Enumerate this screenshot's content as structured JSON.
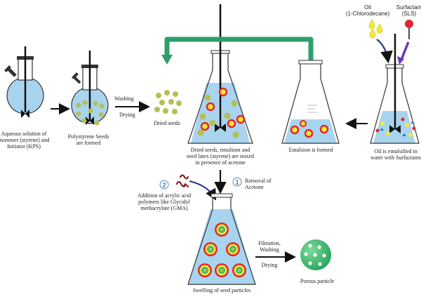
{
  "labels": {
    "step1_caption": [
      "Aqueous solution of",
      "mononer (styrene) and",
      "Initiator (KPS)"
    ],
    "step2_caption": [
      "Polystyrene Seeds",
      "are formed"
    ],
    "washing": "Washing",
    "drying_1": "Drying",
    "dried_seeds": "Dried seeds",
    "mix_caption": [
      "Dried seeds, emulsion and",
      "seed latex (styrene) are mixed",
      "in presence of acetone"
    ],
    "emulsion_formed": "Emulsion is formed",
    "oil_caption": [
      "Oil is emulsified in",
      "water with Surfactants"
    ],
    "oil_label": [
      "Oil",
      "(1-Chlorodecane)"
    ],
    "surfactant_label": [
      "Surfactant",
      "(SLS)"
    ],
    "step_1_number": "1",
    "step_1_text": [
      "Removal of",
      "Acetone"
    ],
    "step_2_number": "2",
    "step_2_text": [
      "Addition of acrylic acid",
      "polymers like Glycidyl",
      "methacrylate (GMA)"
    ],
    "swelling_caption": "Swelling of seed particles",
    "filtration": [
      "Filtration,",
      "Washing"
    ],
    "drying_2": "Drying",
    "porous_particle": "Porous particle"
  },
  "colors": {
    "liquid": "#a9d4ef",
    "seed": "#b5bf52",
    "red_ring": "#e3262c",
    "yellow": "#f2e93a",
    "green_arrow": "#2f9e6e",
    "green_particle": "#3aba6e",
    "purple": "#6a39c0",
    "navy": "#1f3b8a"
  }
}
